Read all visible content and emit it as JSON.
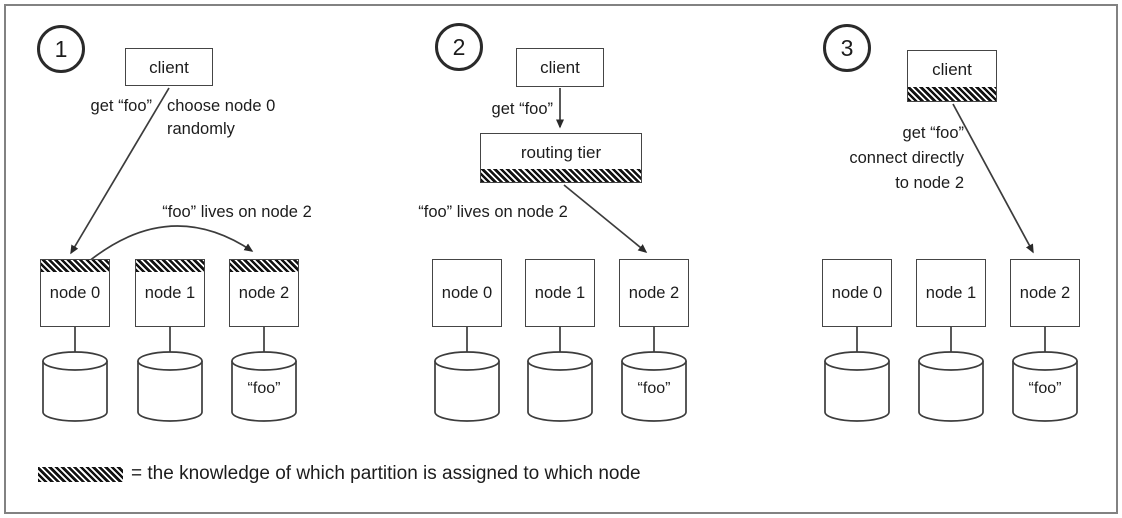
{
  "figure": {
    "type": "diagram",
    "topic": "request routing to partitioned nodes",
    "colors": {
      "stroke": "#3c3c3c",
      "text": "#1c1c1c",
      "frame": "#828282",
      "hatch": "#121212",
      "background": "#ffffff"
    },
    "panels": [
      {
        "number": "1",
        "client_label": "client",
        "request_label": "get “foo”",
        "note": "choose node 0\nrandomly",
        "arc_label": "“foo” lives on node 2",
        "nodes": [
          {
            "label": "node 0"
          },
          {
            "label": "node 1"
          },
          {
            "label": "node 2"
          }
        ],
        "data_label": "“foo”"
      },
      {
        "number": "2",
        "client_label": "client",
        "request_label": "get “foo”",
        "router_label": "routing tier",
        "note": "“foo” lives on node 2",
        "nodes": [
          {
            "label": "node 0"
          },
          {
            "label": "node 1"
          },
          {
            "label": "node 2"
          }
        ],
        "data_label": "“foo”"
      },
      {
        "number": "3",
        "client_label": "client",
        "note": "get “foo”\nconnect directly\nto node 2",
        "nodes": [
          {
            "label": "node 0"
          },
          {
            "label": "node 1"
          },
          {
            "label": "node 2"
          }
        ],
        "data_label": "“foo”"
      }
    ],
    "legend": {
      "swatch_icon": "hatch-pattern-swatch",
      "text": "= the knowledge of which partition is assigned to which node"
    }
  }
}
